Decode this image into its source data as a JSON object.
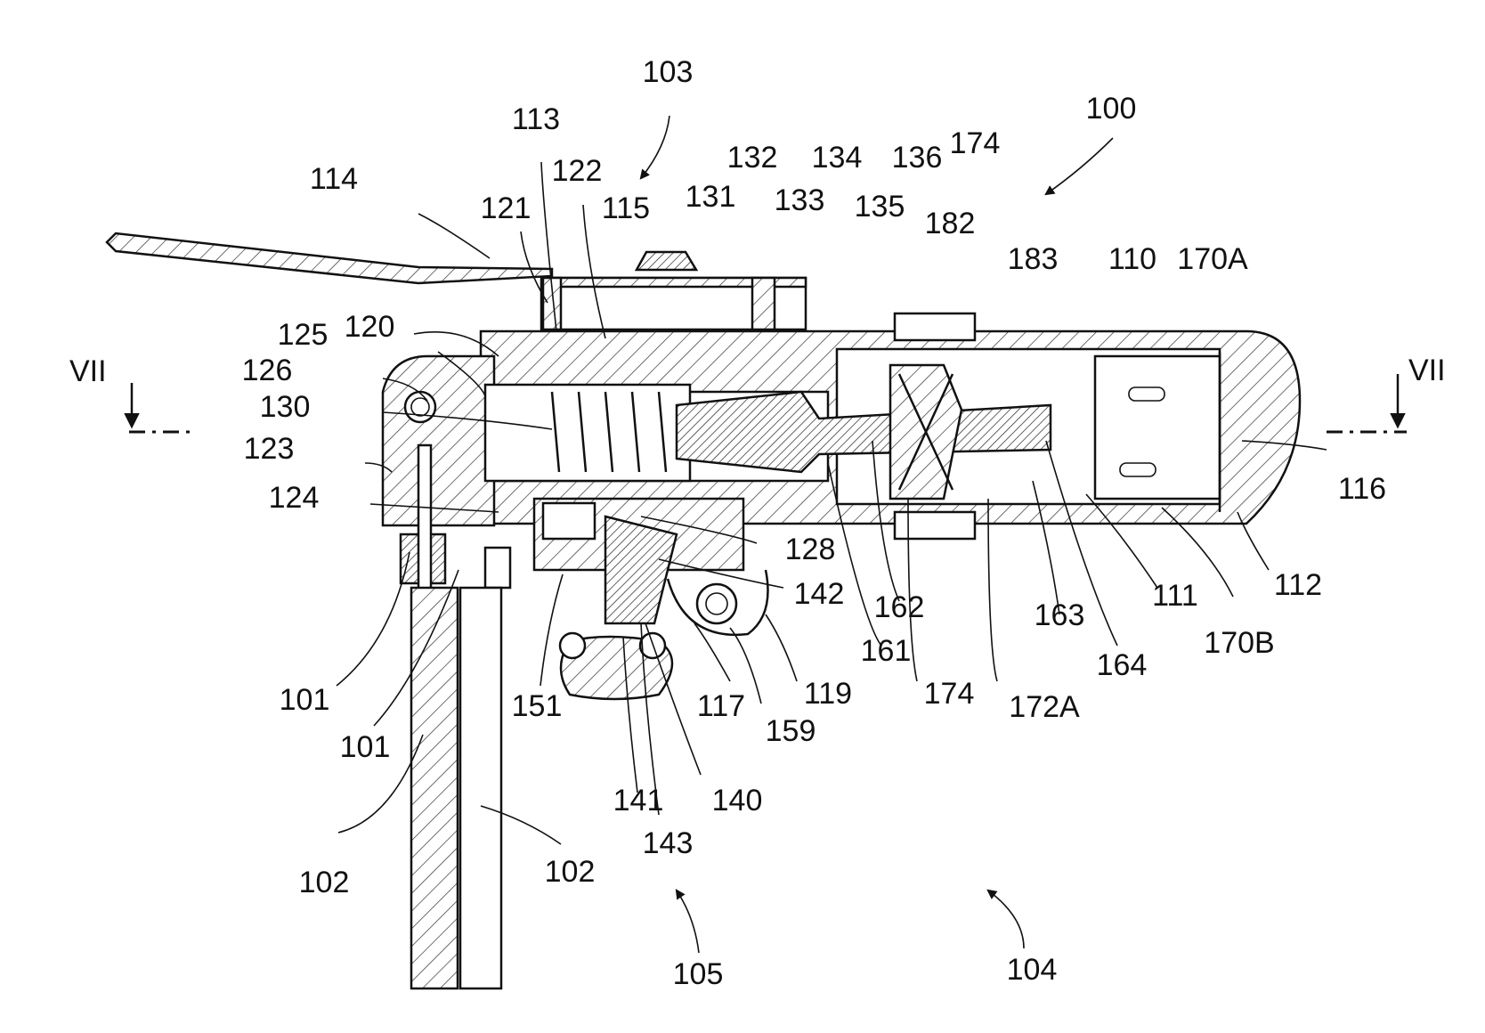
{
  "figure": {
    "section_marks": {
      "left": "VII",
      "right": "VII"
    },
    "reference_labels": [
      {
        "id": "100",
        "text": "100"
      },
      {
        "id": "103",
        "text": "103"
      },
      {
        "id": "113",
        "text": "113"
      },
      {
        "id": "114",
        "text": "114"
      },
      {
        "id": "122",
        "text": "122"
      },
      {
        "id": "115",
        "text": "115"
      },
      {
        "id": "121",
        "text": "121"
      },
      {
        "id": "132",
        "text": "132"
      },
      {
        "id": "131",
        "text": "131"
      },
      {
        "id": "134",
        "text": "134"
      },
      {
        "id": "133",
        "text": "133"
      },
      {
        "id": "136",
        "text": "136"
      },
      {
        "id": "135",
        "text": "135"
      },
      {
        "id": "174a",
        "text": "174"
      },
      {
        "id": "182",
        "text": "182"
      },
      {
        "id": "183",
        "text": "183"
      },
      {
        "id": "110",
        "text": "110"
      },
      {
        "id": "170A",
        "text": "170A"
      },
      {
        "id": "125",
        "text": "125"
      },
      {
        "id": "120",
        "text": "120"
      },
      {
        "id": "126",
        "text": "126"
      },
      {
        "id": "130",
        "text": "130"
      },
      {
        "id": "123",
        "text": "123"
      },
      {
        "id": "124",
        "text": "124"
      },
      {
        "id": "116",
        "text": "116"
      },
      {
        "id": "128",
        "text": "128"
      },
      {
        "id": "142",
        "text": "142"
      },
      {
        "id": "162",
        "text": "162"
      },
      {
        "id": "161",
        "text": "161"
      },
      {
        "id": "163",
        "text": "163"
      },
      {
        "id": "111",
        "text": "111"
      },
      {
        "id": "112",
        "text": "112"
      },
      {
        "id": "170B",
        "text": "170B"
      },
      {
        "id": "164",
        "text": "164"
      },
      {
        "id": "101a",
        "text": "101"
      },
      {
        "id": "101b",
        "text": "101"
      },
      {
        "id": "151",
        "text": "151"
      },
      {
        "id": "117",
        "text": "117"
      },
      {
        "id": "119",
        "text": "119"
      },
      {
        "id": "159",
        "text": "159"
      },
      {
        "id": "174b",
        "text": "174"
      },
      {
        "id": "172A",
        "text": "172A"
      },
      {
        "id": "141",
        "text": "141"
      },
      {
        "id": "140",
        "text": "140"
      },
      {
        "id": "143",
        "text": "143"
      },
      {
        "id": "102a",
        "text": "102"
      },
      {
        "id": "102b",
        "text": "102"
      },
      {
        "id": "105",
        "text": "105"
      },
      {
        "id": "104",
        "text": "104"
      }
    ]
  }
}
